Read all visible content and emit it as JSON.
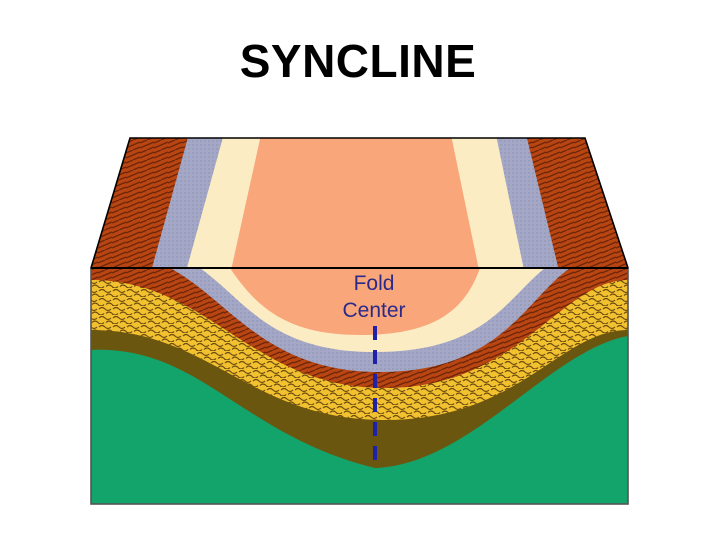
{
  "title": "SYNCLINE",
  "fold_label_line1": "Fold",
  "fold_label_line2": "Center",
  "colors": {
    "brick": "#b84512",
    "brick_mortar": "#6e2608",
    "lavender": "#a4a8c6",
    "cream": "#fcecc4",
    "salmon": "#f9a67a",
    "gold": "#f2c12f",
    "gold_pattern": "#6b4a10",
    "olive": "#6b5610",
    "green": "#13a46c",
    "fold_line": "#2020a8",
    "label": "#2a2a8a",
    "outline": "#000000"
  }
}
